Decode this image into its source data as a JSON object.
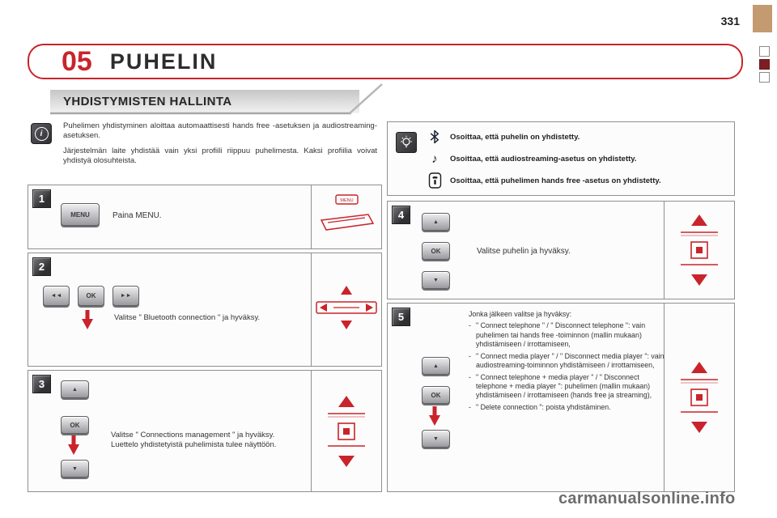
{
  "page": {
    "number": "331",
    "chapter_number": "05",
    "chapter_title": "PUHELIN",
    "section_title": "YHDISTYMISTEN HALLINTA",
    "watermark": "carmanualsonline.info"
  },
  "accent_color": "#c9242b",
  "icons": {
    "info_glyph": "i",
    "note_glyph": "♪"
  },
  "info": {
    "paragraph1": "Puhelimen yhdistyminen aloittaa automaattisesti hands free -asetuksen ja audiostreaming-asetuksen.",
    "paragraph2": "Järjestelmän laite yhdistää vain yksi profiili riippuu puhelimesta. Kaksi profiilia voivat yhdistyä olosuhteista."
  },
  "indicators": {
    "items": [
      {
        "icon": "bluetooth-icon",
        "text": "Osoittaa, että puhelin on yhdistetty."
      },
      {
        "icon": "music-note-icon",
        "text": "Osoittaa, että audiostreaming-asetus on yhdistetty."
      },
      {
        "icon": "handsfree-icon",
        "text": "Osoittaa, että puhelimen hands free -asetus on yhdistetty."
      }
    ]
  },
  "controls": {
    "menu_label": "MENU",
    "ok_label": "OK",
    "back_glyph": "◄◄",
    "forward_glyph": "►►",
    "up_glyph": "▲",
    "down_glyph": "▼"
  },
  "steps": [
    {
      "number": "1",
      "text": "Paina MENU."
    },
    {
      "number": "2",
      "text": "Valitse \" Bluetooth connection \" ja hyväksy."
    },
    {
      "number": "3",
      "text": "Valitse \" Connections management \" ja hyväksy. Luettelo yhdistetyistä puhelimista tulee näyttöön."
    },
    {
      "number": "4",
      "text": "Valitse puhelin ja hyväksy."
    },
    {
      "number": "5",
      "intro": "Jonka jälkeen valitse ja hyväksy:",
      "bullets": [
        "\" Connect telephone \" / \" Disconnect telephone \": vain puhelimen tai hands free -toiminnon (mallin mukaan) yhdistämiseen / irrottamiseen,",
        "\" Connect media player \" / \" Disconnect media player \": vain audiostreaming-toiminnon yhdistämiseen / irrottamiseen,",
        "\" Connect telephone + media player \" / \" Disconnect telephone + media player \": puhelimen (mallin mukaan) yhdistämiseen / irrottamiseen (hands free ja streaming),",
        "\" Delete connection \": poista yhdistäminen."
      ]
    }
  ]
}
